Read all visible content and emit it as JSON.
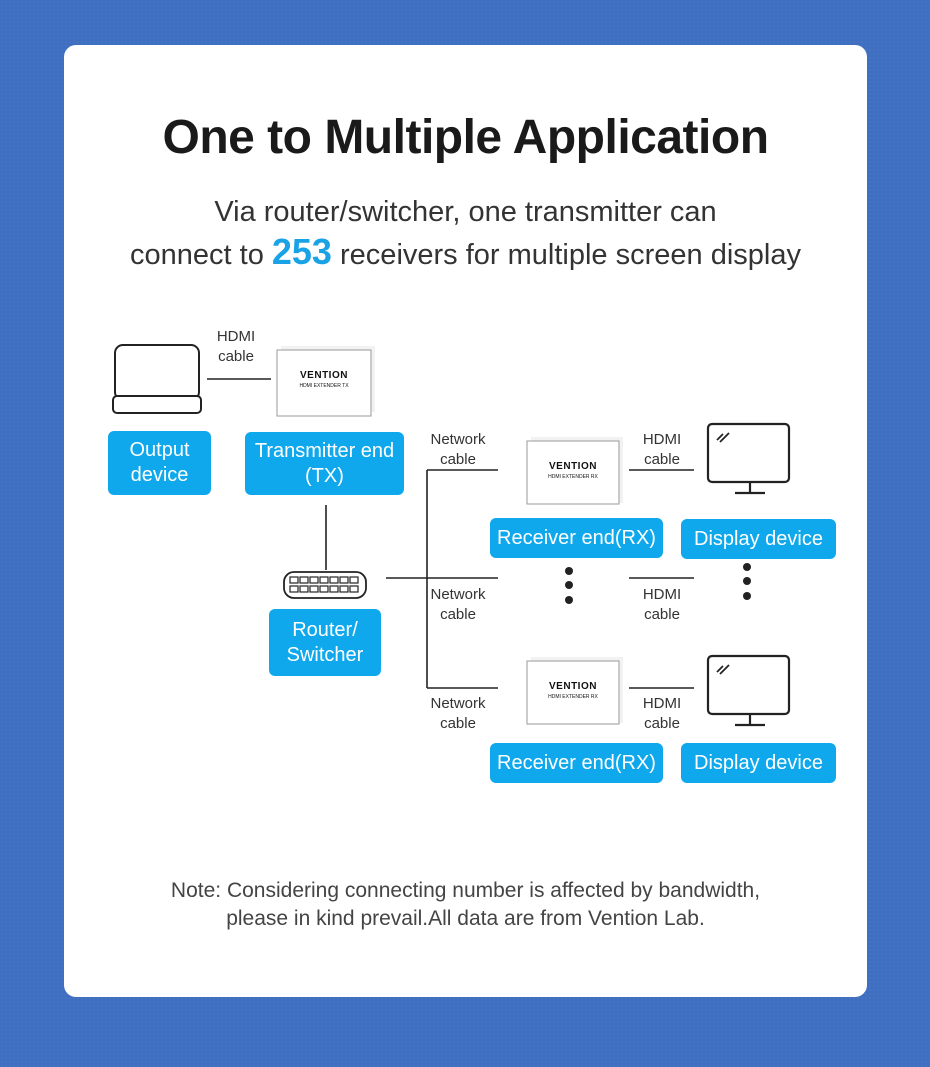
{
  "header": {
    "title": "One to Multiple Application",
    "subtitle_line1": "Via router/switcher, one transmitter can",
    "subtitle_pre": "connect to ",
    "subtitle_number": "253",
    "subtitle_post": " receivers for multiple screen display"
  },
  "labels": {
    "output_device": "Output\ndevice",
    "transmitter": "Transmitter end\n(TX)",
    "router": "Router/\nSwitcher",
    "receiver": "Receiver end(RX)",
    "display": "Display device"
  },
  "cables": {
    "hdmi": "HDMI\ncable",
    "network": "Network\ncable"
  },
  "device_text": {
    "brand": "VENTION",
    "tx_model": "HDMI EXTENDER TX",
    "rx_model": "HDMI EXTENDER RX"
  },
  "note": {
    "line1": "Note: Considering connecting number is affected by bandwidth,",
    "line2": "please in kind prevail.All data are from Vention Lab."
  },
  "colors": {
    "background": "#3f6fc0",
    "label_fill": "#0fa8ec",
    "accent_number": "#1aa2e6"
  }
}
